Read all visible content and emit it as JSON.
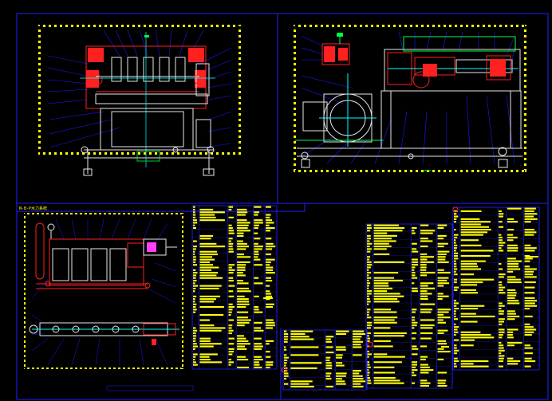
{
  "drawing": {
    "section_label": "N-B-P水力系统",
    "colors": {
      "background": "#000000",
      "frame": "#2020ff",
      "leader": "#1a1aff",
      "table_text": "#ffff00",
      "part_red": "#ff2020",
      "part_white": "#e8e8e8",
      "centerline": "#00ffff",
      "accent_green": "#00ff40",
      "magenta": "#ff40ff"
    },
    "views": [
      {
        "name": "front-view"
      },
      {
        "name": "side-view"
      },
      {
        "name": "hydraulic-system-view"
      },
      {
        "name": "parts-list-tables"
      }
    ]
  }
}
